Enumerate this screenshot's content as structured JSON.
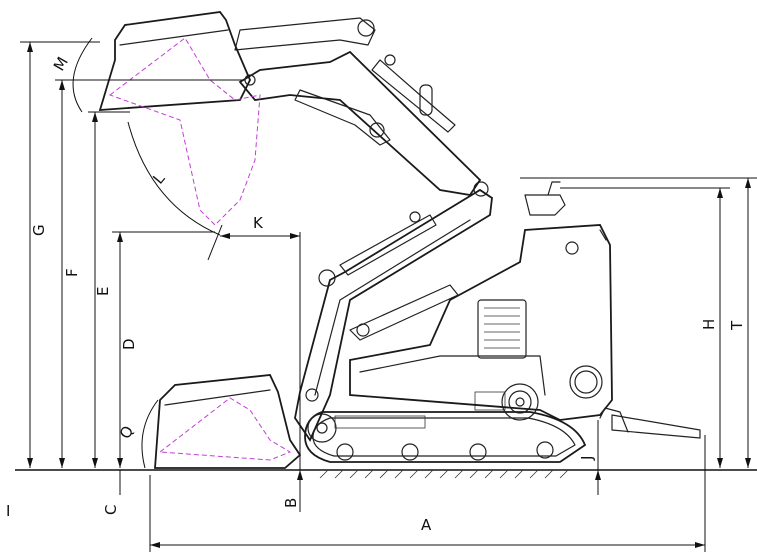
{
  "diagram": {
    "labels": {
      "A": "A",
      "B": "B",
      "C": "C",
      "D": "D",
      "E": "E",
      "F": "F",
      "G": "G",
      "H": "H",
      "I": "I",
      "J": "J",
      "K": "K",
      "L": "L",
      "M": "M",
      "Q": "Q",
      "T": "T"
    },
    "colors": {
      "line": "#222222",
      "raised_bucket_outline": "#c23fd6",
      "background": "#ffffff"
    }
  }
}
